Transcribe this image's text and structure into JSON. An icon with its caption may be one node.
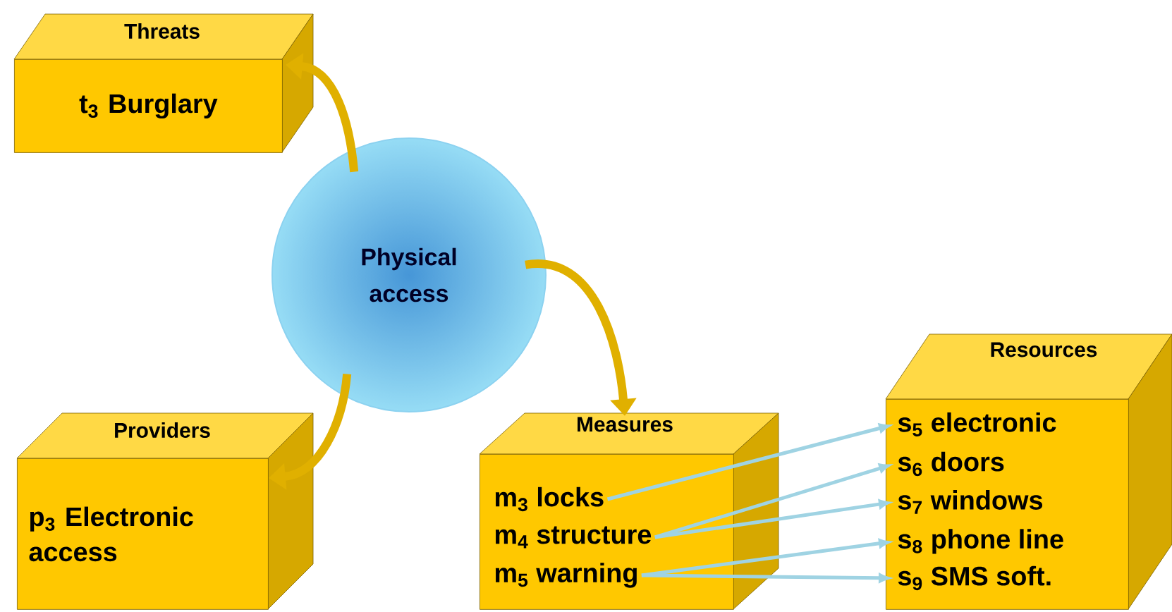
{
  "diagram": {
    "nodes": [
      {
        "text": [
          "Threats",
          "t$_{3}$ Burglary"
        ]
      },
      {
        "text": [
          "Physical access"
        ]
      },
      {
        "text": [
          "Providers",
          "p$_{3}$ Electronic access"
        ]
      },
      {
        "text": [
          "Measures"
        ]
      },
      {
        "text": [
          "Resources"
        ]
      },
      {
        "text": [
          "m$_{3}$ locks"
        ],
        "in": 3
      },
      {
        "text": [
          "m$_{4}$ structure"
        ],
        "in": 3
      },
      {
        "text": [
          "m$_{5}$ warning"
        ],
        "in": 3
      },
      {
        "text": [
          "s$_{5}$ electronic"
        ],
        "in": 4
      },
      {
        "text": [
          "s$_{6}$ doors"
        ],
        "in": 4
      },
      {
        "text": [
          "s$_{7}$ windows"
        ],
        "in": 4
      },
      {
        "text": [
          "s$_{8}$ phone line"
        ],
        "in": 4
      },
      {
        "text": [
          "s$_{9}$ SMS soft."
        ],
        "in": 4
      }
    ],
    "edges": [
      {
        "from": 1,
        "to": 0,
        "arrow": "to",
        "style": "thick",
        "color": "#e0b000"
      },
      {
        "from": 1,
        "to": 2,
        "arrow": "to",
        "style": "thick",
        "color": "#e0b000"
      },
      {
        "from": 1,
        "to": 3,
        "arrow": "to",
        "style": "thick",
        "color": "#e0b000"
      },
      {
        "from": 5,
        "to": 8,
        "arrow": "to"
      },
      {
        "from": 6,
        "to": 9,
        "arrow": "to"
      },
      {
        "from": 6,
        "to": 10,
        "arrow": "to"
      },
      {
        "from": 7,
        "to": 11,
        "arrow": "to"
      },
      {
        "from": 7,
        "to": 12,
        "arrow": "to"
      }
    ]
  }
}
